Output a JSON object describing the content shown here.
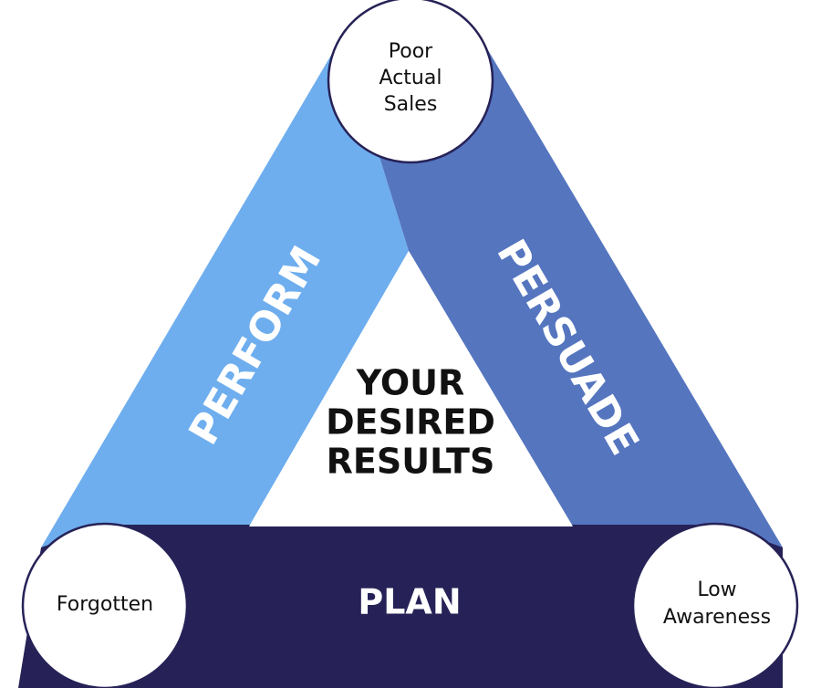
{
  "center": {
    "line1": "YOUR",
    "line2": "DESIRED",
    "line3": "RESULTS"
  },
  "bands": {
    "perform": {
      "label": "PERFORM",
      "color": "#6eaeee"
    },
    "persuade": {
      "label": "PERSUADE",
      "color": "#5575bf"
    },
    "plan": {
      "label": "PLAN",
      "color": "#262257"
    }
  },
  "nodes": {
    "top": {
      "lines": [
        "Poor",
        "Actual",
        "Sales"
      ]
    },
    "left": {
      "lines": [
        "Forgotten"
      ]
    },
    "right": {
      "lines": [
        "Low",
        "Awareness"
      ]
    }
  },
  "colors": {
    "node_border": "#262257",
    "node_fill": "#ffffff"
  }
}
